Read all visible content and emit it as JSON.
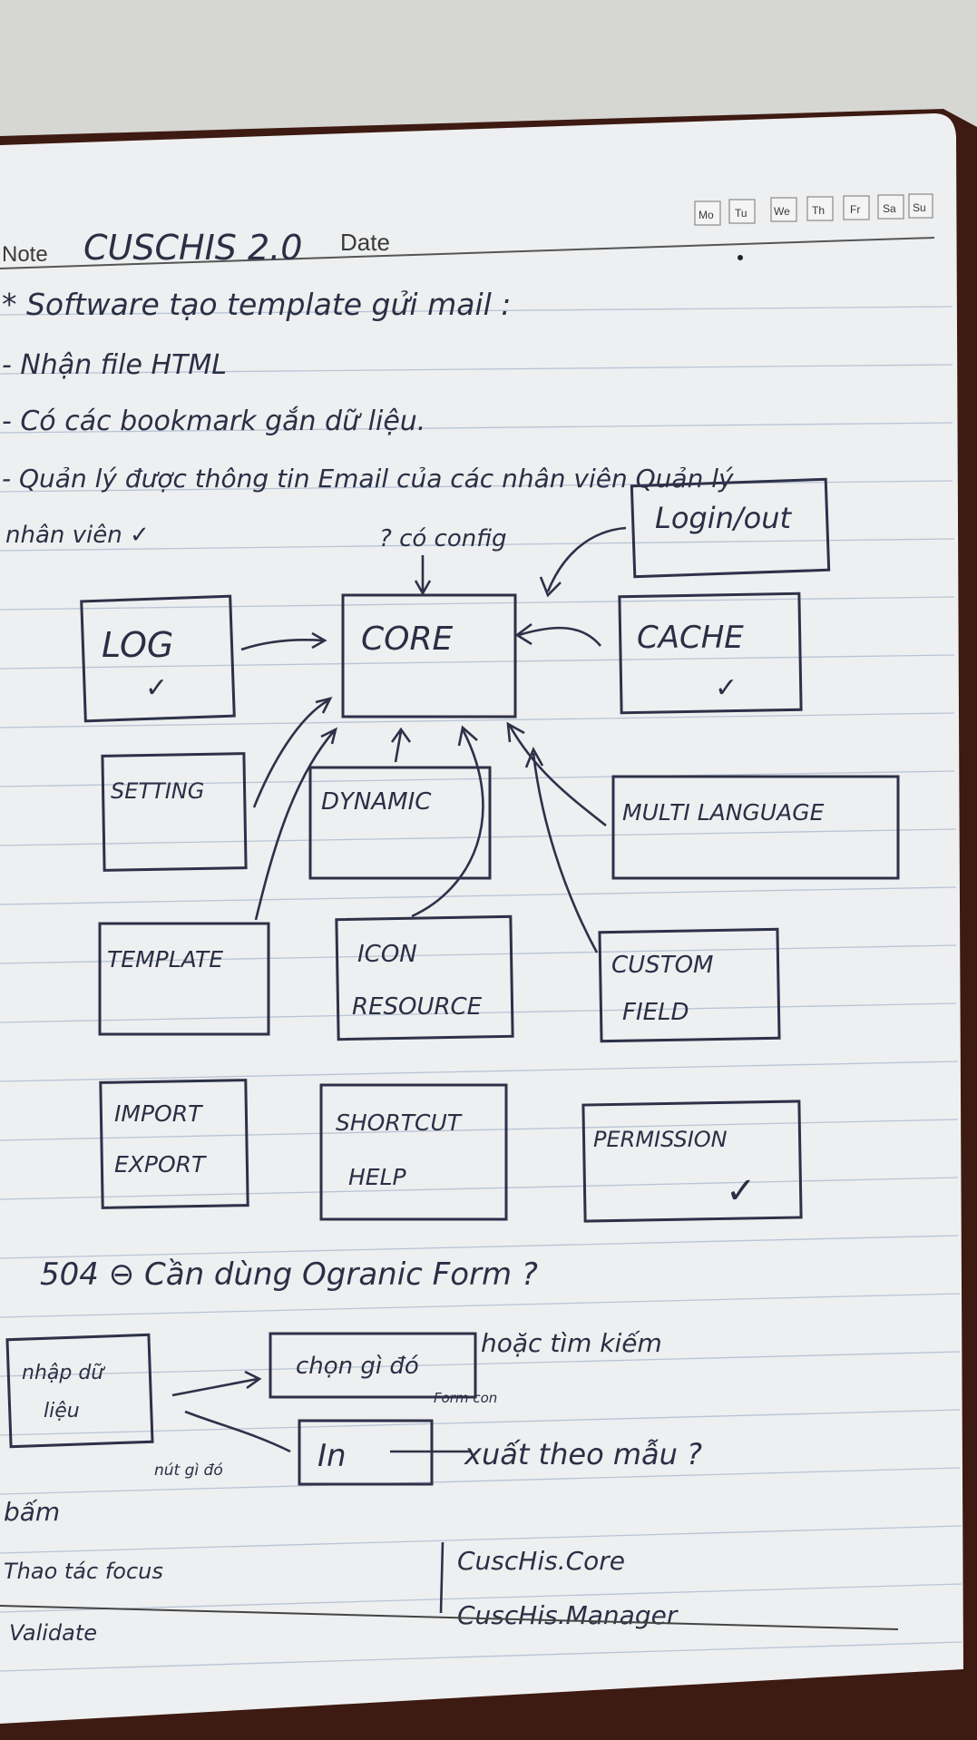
{
  "header": {
    "note_label": "Note",
    "title": "CUSCHIS 2.0",
    "date_label": "Date",
    "weekdays": [
      "Mo",
      "Tu",
      "We",
      "Th",
      "Fr",
      "Sa",
      "Su"
    ]
  },
  "intro": {
    "line1": "* Software tạo template gửi mail :",
    "line2": "- Nhận file HTML",
    "line3": "- Có các bookmark gắn dữ liệu.",
    "line4": "- Quản lý được thông tin Email của các nhân viên Quản lý",
    "line5": "nhân viên ✓"
  },
  "diagram": {
    "config_note": "? có config",
    "login": "Login/out",
    "core": "CORE",
    "log": "LOG",
    "cache": "CACHE",
    "setting": "SETTING",
    "dynamic": "DYNAMIC",
    "multi_language": "MULTI LANGUAGE",
    "template": "TEMPLATE",
    "icon_resource_1": "ICON",
    "icon_resource_2": "RESOURCE",
    "custom_field_1": "CUSTOM",
    "custom_field_2": "FIELD",
    "import_export_1": "IMPORT",
    "import_export_2": "EXPORT",
    "shortcut_help_1": "SHORTCUT",
    "shortcut_help_2": "HELP",
    "permission": "PERMISSION",
    "check": "✓"
  },
  "bottom": {
    "question": "504 ⊖ Cần dùng Ogranic Form ?",
    "input_box_1": "nhập dữ",
    "input_box_2": "liệu",
    "choose_box": "chọn gì đó",
    "search_note": "hoặc tìm kiếm",
    "form_con": "Form con",
    "choose_note": "nút gì đó",
    "print_box": "In",
    "print_note": "xuất theo mẫu ?",
    "press": "bấm",
    "focus": "Thao tác focus",
    "validate": "Validate",
    "core_lib": "CuscHis.Core",
    "manager_lib": "CuscHis.Manager"
  }
}
